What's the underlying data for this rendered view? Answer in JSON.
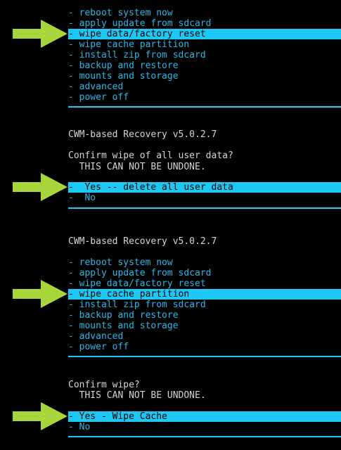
{
  "colors": {
    "background": "#000000",
    "menu_text": "#27b8e8",
    "header_text": "#d6d6d6",
    "highlight": "#1ec8f4",
    "arrow": "#a8d63a"
  },
  "panel1": {
    "items": [
      "- reboot system now",
      "- apply update from sdcard",
      "- wipe data/factory reset",
      "- wipe cache partition",
      "- install zip from sdcard",
      "- backup and restore",
      "- mounts and storage",
      "- advanced",
      "- power off"
    ]
  },
  "panel2": {
    "title": "CWM-based Recovery v5.0.2.7",
    "question": "Confirm wipe of all user data?",
    "warning": "  THIS CAN NOT BE UNDONE.",
    "options": [
      "-  Yes -- delete all user data",
      "-  No"
    ]
  },
  "panel3": {
    "title": "CWM-based Recovery v5.0.2.7",
    "items": [
      "- reboot system now",
      "- apply update from sdcard",
      "- wipe data/factory reset",
      "- wipe cache partition",
      "- install zip from sdcard",
      "- backup and restore",
      "- mounts and storage",
      "- advanced",
      "- power off"
    ]
  },
  "panel4": {
    "question": "Confirm wipe?",
    "warning": "  THIS CAN NOT BE UNDONE.",
    "options": [
      "- Yes - Wipe Cache",
      "- No"
    ]
  },
  "arrow_icon": "right-arrow-icon"
}
